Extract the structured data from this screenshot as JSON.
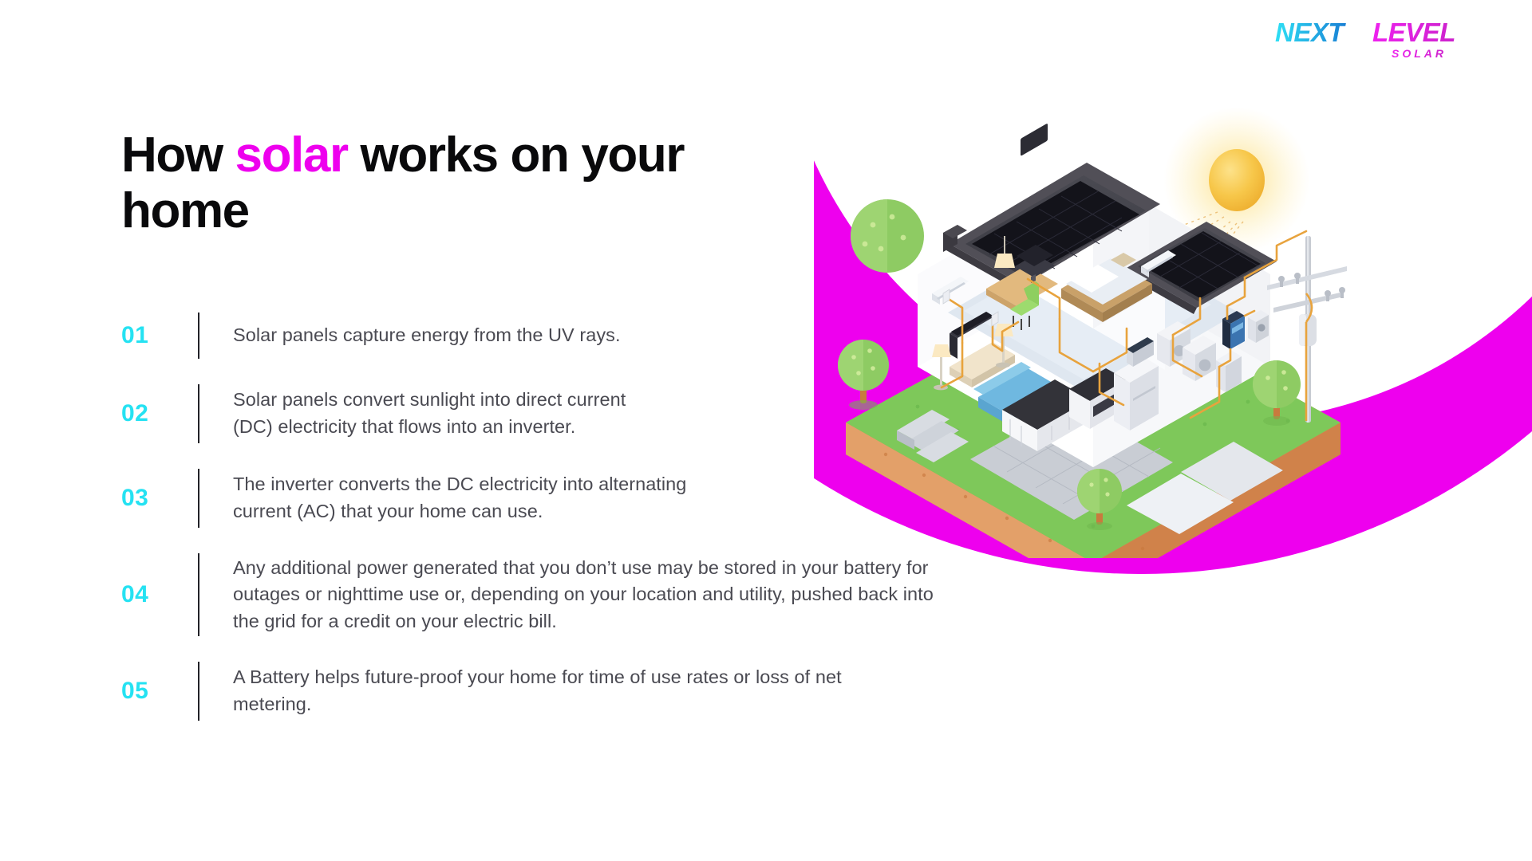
{
  "brand": {
    "logo_next": "NEXT",
    "logo_level": "LEVEL",
    "logo_solar": "SOLAR",
    "color_cyan": "#25e2f2",
    "color_magenta": "#ee00ee",
    "color_blue": "#1a8ccc",
    "color_ink": "#09090b",
    "color_body": "#4a4a52"
  },
  "heading": {
    "part1": "How ",
    "highlight": "solar",
    "part2": " works on your home",
    "full": "How solar works on your home"
  },
  "steps": [
    {
      "number": "01",
      "text": "Solar panels capture energy from the UV rays."
    },
    {
      "number": "02",
      "text": "Solar panels convert sunlight into direct current\n(DC) electricity that flows into an inverter."
    },
    {
      "number": "03",
      "text": "The inverter converts  the DC electricity into alternating\ncurrent (AC) that your home can use."
    },
    {
      "number": "04",
      "text": "Any additional power generated that you don’t use may be stored in your battery for\noutages or nighttime use or, depending on your location and utility, pushed back into\nthe grid for a credit on your electric bill."
    },
    {
      "number": "05",
      "text": "A Battery helps future-proof your home for time of use rates or loss of net\nmetering."
    }
  ],
  "illustration": {
    "name": "isometric-solar-home-cutaway",
    "elements": [
      "sun",
      "sun-rays",
      "solar-panel-front",
      "solar-panel-side",
      "utility-pole",
      "inverter",
      "battery",
      "meter",
      "living-room",
      "bedroom",
      "kitchen",
      "laundry-room",
      "trees",
      "lawn",
      "driveway",
      "ground-base"
    ]
  },
  "background": {
    "shape": "magenta-crescent-ring"
  }
}
